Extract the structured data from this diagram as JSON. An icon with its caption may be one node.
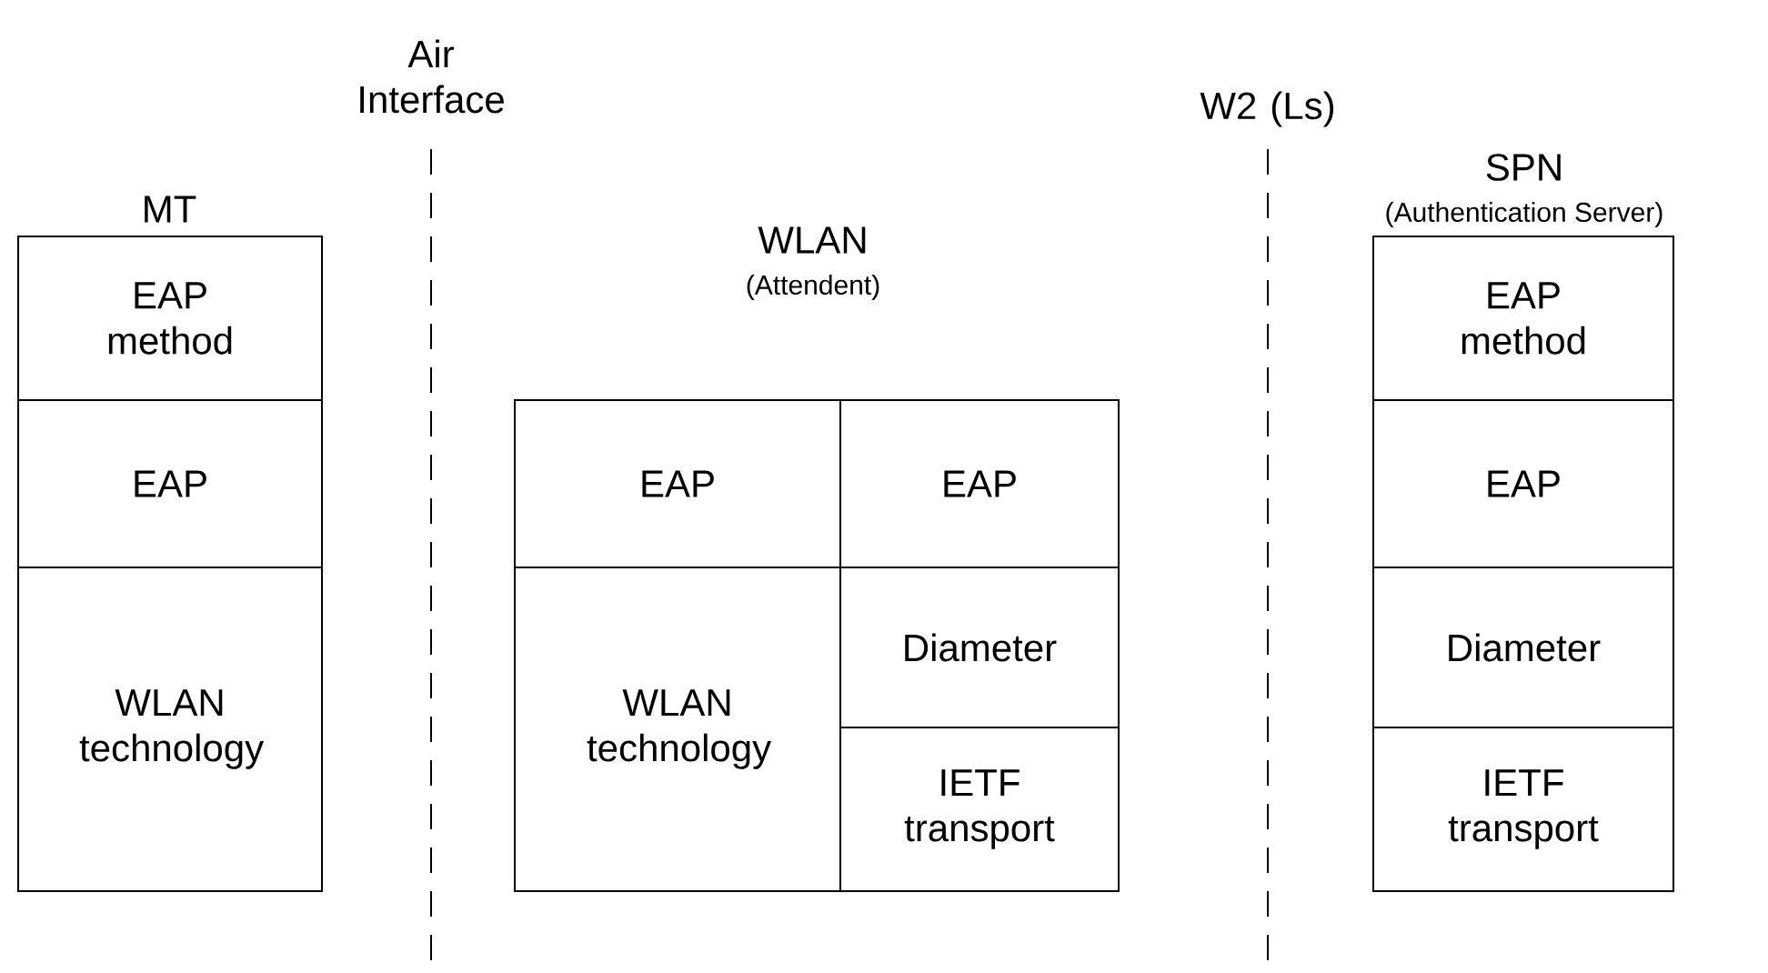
{
  "diagram": {
    "nodes": [
      {
        "text": [
          "MT"
        ]
      },
      {
        "text": [
          "EAP method"
        ],
        "in": 0
      },
      {
        "text": [
          "EAP"
        ],
        "in": 0
      },
      {
        "text": [
          "WLAN technology"
        ],
        "in": 0
      },
      {
        "text": [
          "WLAN",
          "(Attendent)"
        ]
      },
      {
        "text": [
          "EAP"
        ],
        "in": 4
      },
      {
        "text": [
          "EAP"
        ],
        "in": 4
      },
      {
        "text": [
          "WLAN technology"
        ],
        "in": 4
      },
      {
        "text": [
          "Diameter"
        ],
        "in": 4
      },
      {
        "text": [
          "IETF transport"
        ],
        "in": 4
      },
      {
        "text": [
          "SPN",
          "(Authentication Server)"
        ]
      },
      {
        "text": [
          "EAP method"
        ],
        "in": 10
      },
      {
        "text": [
          "EAP"
        ],
        "in": 10
      },
      {
        "text": [
          "Diameter"
        ],
        "in": 10
      },
      {
        "text": [
          "IETF transport"
        ],
        "in": 10
      }
    ],
    "edges": [],
    "labels": [
      "Air Interface",
      "W2 (Ls)"
    ]
  }
}
